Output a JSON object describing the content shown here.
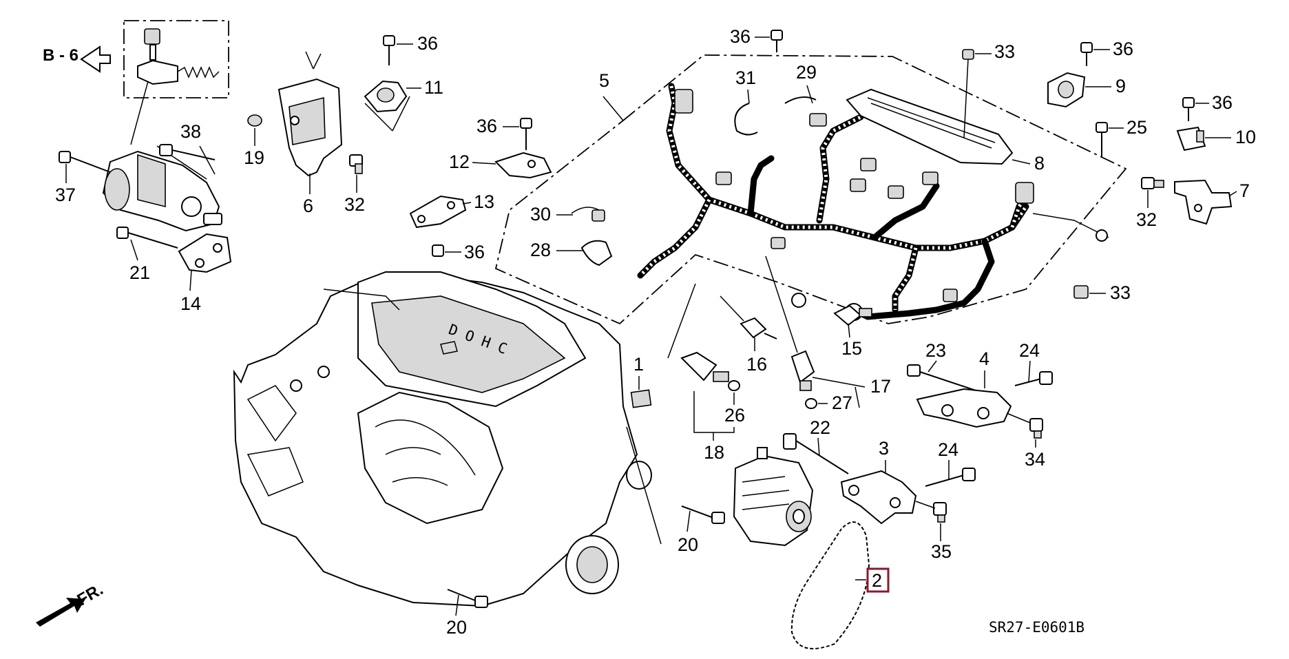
{
  "diagram": {
    "code": "SR27-E0601B",
    "front_label": "FR.",
    "ref_label": "B - 6",
    "highlight_color": "#8b1a2b",
    "callouts": {
      "c1": "1",
      "c2": "2",
      "c3": "3",
      "c4": "4",
      "c5": "5",
      "c6": "6",
      "c7": "7",
      "c8": "8",
      "c9": "9",
      "c10": "10",
      "c11": "11",
      "c12": "12",
      "c13": "13",
      "c14": "14",
      "c15": "15",
      "c16": "16",
      "c17": "17",
      "c18": "18",
      "c19": "19",
      "c20a": "20",
      "c20b": "20",
      "c21": "21",
      "c22": "22",
      "c23": "23",
      "c24a": "24",
      "c24b": "24",
      "c25": "25",
      "c26": "26",
      "c27": "27",
      "c28": "28",
      "c29": "29",
      "c30": "30",
      "c31": "31",
      "c32a": "32",
      "c32b": "32",
      "c33a": "33",
      "c33b": "33",
      "c34": "34",
      "c35": "35",
      "c36a": "36",
      "c36b": "36",
      "c36c": "36",
      "c36d": "36",
      "c36e": "36",
      "c36f": "36",
      "c37": "37",
      "c38": "38"
    }
  }
}
